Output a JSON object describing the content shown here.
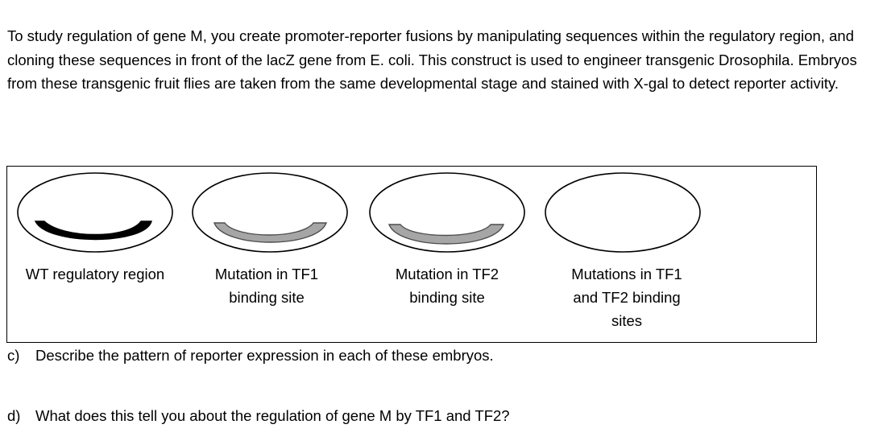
{
  "intro": {
    "text": "To study regulation of gene M, you create promoter-reporter fusions by manipulating sequences within the regulatory region, and cloning these sequences in front of the lacZ gene from E. coli. This construct is used to engineer transgenic Drosophila. Embryos from these transgenic fruit flies are taken from the same developmental stage and stained with X-gal to detect reporter activity."
  },
  "figure": {
    "embryos": [
      {
        "caption": "WT regulatory region",
        "stain": "black",
        "stain_color": "#000000"
      },
      {
        "caption": "Mutation in TF1 binding site",
        "stain": "gray",
        "stain_color": "#a6a6a6"
      },
      {
        "caption": "Mutation in TF2 binding site",
        "stain": "gray",
        "stain_color": "#a6a6a6"
      },
      {
        "caption": "Mutations in TF1 and TF2 binding sites",
        "stain": "none",
        "stain_color": ""
      }
    ]
  },
  "questions": [
    {
      "label": "c)",
      "text": "Describe the pattern of reporter expression in each of these embryos."
    },
    {
      "label": "d)",
      "text": "What does this tell you about the regulation of gene M by TF1 and TF2?"
    }
  ]
}
